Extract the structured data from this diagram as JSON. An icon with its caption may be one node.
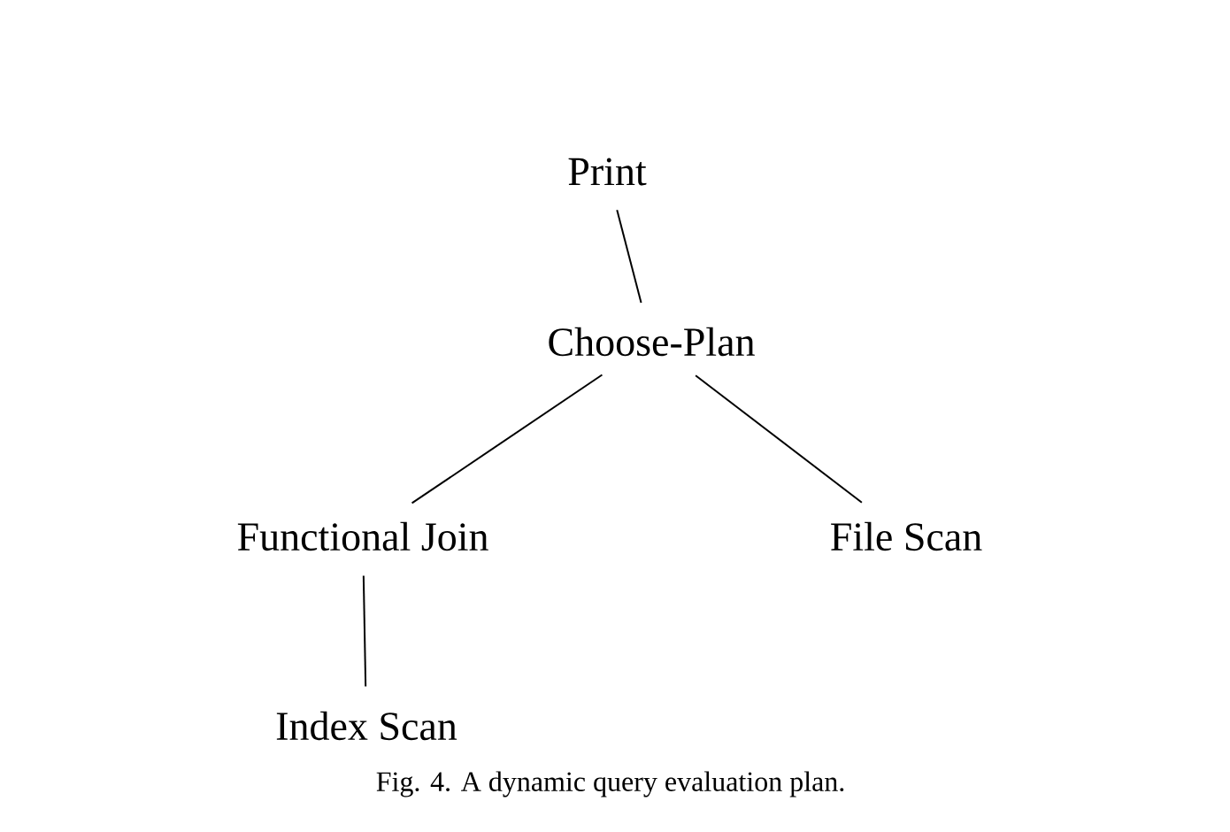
{
  "diagram": {
    "caption": "Fig. 4. A dynamic query evaluation plan.",
    "nodes": [
      {
        "text": [
          "Print"
        ]
      },
      {
        "text": [
          "Choose-Plan"
        ]
      },
      {
        "text": [
          "Functional Join"
        ]
      },
      {
        "text": [
          "File Scan"
        ]
      },
      {
        "text": [
          "Index Scan"
        ]
      }
    ],
    "edges": [
      {
        "from": 0,
        "to": 1,
        "arrow": "none"
      },
      {
        "from": 1,
        "to": 2,
        "arrow": "none"
      },
      {
        "from": 1,
        "to": 3,
        "arrow": "none"
      },
      {
        "from": 2,
        "to": 4,
        "arrow": "none"
      }
    ]
  }
}
